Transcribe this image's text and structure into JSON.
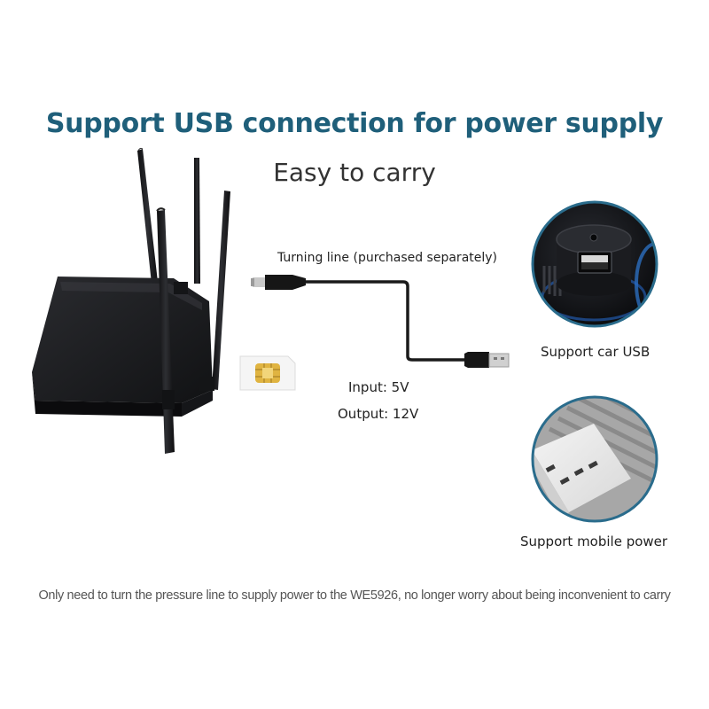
{
  "heading": {
    "title": "Support USB connection for power supply",
    "subtitle": "Easy to carry"
  },
  "cable": {
    "label": "Turning line (purchased separately)",
    "input": "Input: 5V",
    "output": "Output: 12V"
  },
  "options": {
    "car_usb_label": "Support car USB",
    "mobile_power_label": "Support mobile power"
  },
  "footer": {
    "note": "Only need to turn the pressure line to supply power to the WE5926, no longer worry about being inconvenient to carry"
  },
  "colors": {
    "title": "#1f5f7a",
    "accent_ring": "#2a6c8c",
    "router_body": "#1c1d20"
  },
  "icons": [
    "router-icon",
    "sim-card-icon",
    "dc-plug-icon",
    "usb-plug-icon",
    "car-usb-socket-icon",
    "power-bank-icon"
  ]
}
